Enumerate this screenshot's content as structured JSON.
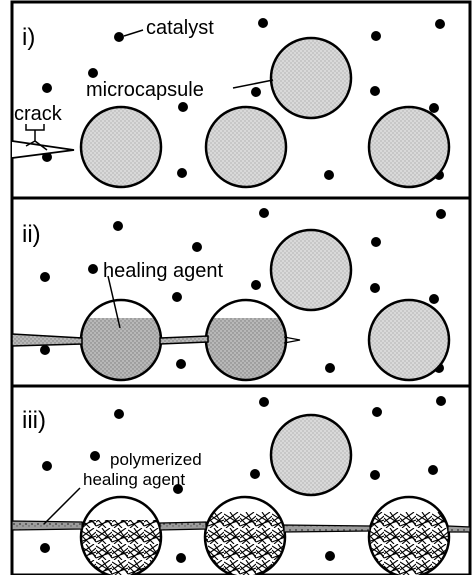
{
  "panels": [
    {
      "id": "i",
      "label": "i)"
    },
    {
      "id": "ii",
      "label": "ii)"
    },
    {
      "id": "iii",
      "label": "iii)"
    }
  ],
  "labels": {
    "catalyst": "catalyst",
    "microcapsule": "microcapsule",
    "crack": "crack",
    "healing_agent": "healing agent",
    "polymerized_line1": "polymerized",
    "polymerized_line2": "healing agent"
  },
  "colors": {
    "capsule_fill": "#d6d6d6",
    "healing_fill": "#bdbdbd",
    "outline": "#000000",
    "background": "#ffffff"
  }
}
